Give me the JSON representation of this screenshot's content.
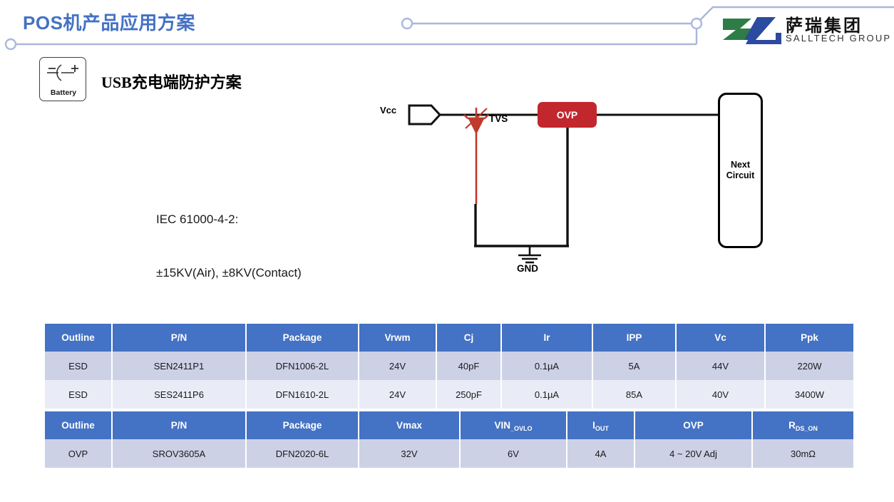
{
  "header": {
    "title": "POS机产品应用方案",
    "title_color": "#4472c4",
    "deco_line_color": "#aab7dd"
  },
  "logo": {
    "name": "salltech-group-logo",
    "cn_text": "萨瑞集团",
    "en_text": "SALLTECH GROUP",
    "green": "#2e7d46",
    "blue": "#2b4aa0"
  },
  "badge": {
    "icon_name": "battery-icon",
    "caption": "Battery",
    "minus": "−",
    "plus": "+"
  },
  "section": {
    "title": "USB充电端防护方案"
  },
  "note": {
    "line1": "IEC 61000-4-2:",
    "line2": "±15KV(Air), ±8KV(Contact)"
  },
  "circuit": {
    "vcc_label": "Vcc",
    "tvs_label": "TVS",
    "gnd_label": "GND",
    "ovp_label": "OVP",
    "next_circuit_label": "Next\nCircuit",
    "ovp_color": "#c1272d",
    "tvs_color": "#c0392b",
    "wire_color": "#111111"
  },
  "tables": [
    {
      "id": "table-esd",
      "headers": [
        "Outline",
        "P/N",
        "Package",
        "Vrwm",
        "Cj",
        "Ir",
        "IPP",
        "Vc",
        "Ppk"
      ],
      "rows": [
        [
          "ESD",
          "SEN2411P1",
          "DFN1006-2L",
          "24V",
          "40pF",
          "0.1µA",
          "5A",
          "44V",
          "220W"
        ],
        [
          "ESD",
          "SES2411P6",
          "DFN1610-2L",
          "24V",
          "250pF",
          "0.1µA",
          "85A",
          "40V",
          "3400W"
        ]
      ]
    },
    {
      "id": "table-ovp",
      "headers": [
        "Outline",
        "P/N",
        "Package",
        "Vmax",
        "VIN_OVLO",
        "IOUT",
        "OVP",
        "RDS_ON"
      ],
      "header_parts": [
        {
          "main": "Outline",
          "sub": ""
        },
        {
          "main": "P/N",
          "sub": ""
        },
        {
          "main": "Package",
          "sub": ""
        },
        {
          "main": "Vmax",
          "sub": ""
        },
        {
          "main": "VIN",
          "sub": "_OVLO"
        },
        {
          "main": "I",
          "sub": "OUT"
        },
        {
          "main": "OVP",
          "sub": ""
        },
        {
          "main": "R",
          "sub": "DS_ON"
        }
      ],
      "rows": [
        [
          "OVP",
          "SROV3605A",
          "DFN2020-6L",
          "32V",
          "6V",
          "4A",
          "4 ~ 20V Adj",
          "30mΩ"
        ]
      ]
    }
  ],
  "theme": {
    "header_blue": "#4472c4",
    "row_dark": "#ccd1e6",
    "row_light": "#e9ecf6"
  }
}
